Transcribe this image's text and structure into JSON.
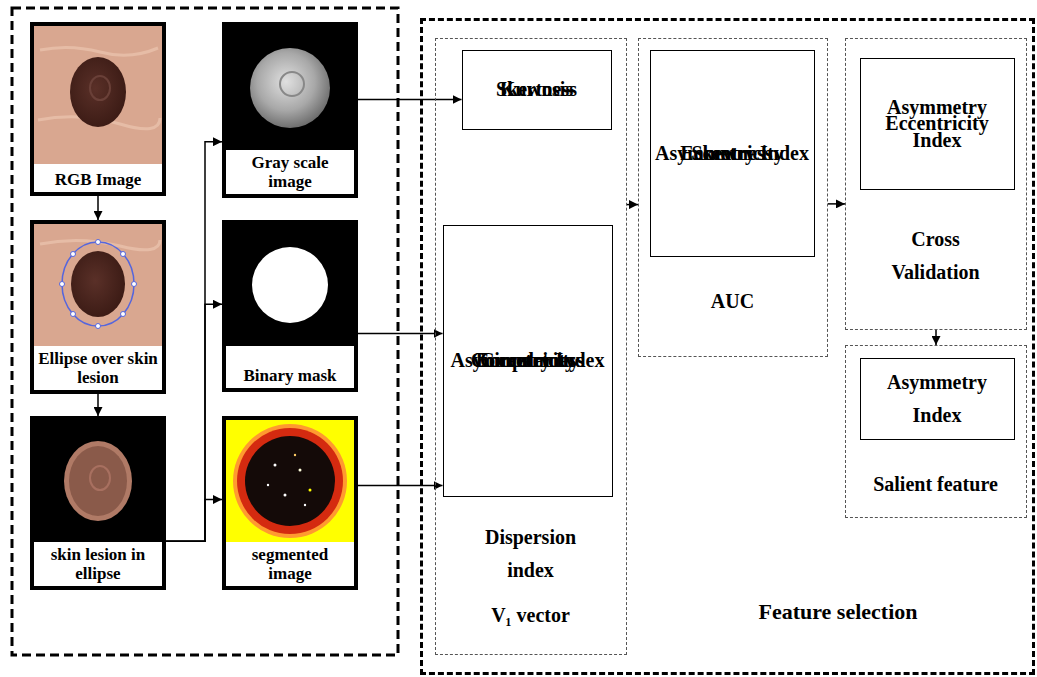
{
  "diagram": {
    "nodes": [
      {
        "text": [
          "RGB Image"
        ]
      },
      {
        "text": [
          "Gray scale image"
        ]
      },
      {
        "text": [
          "Ellipse over skin lesion"
        ]
      },
      {
        "text": [
          "Binary mask"
        ]
      },
      {
        "text": [
          "skin lesion in ellipse"
        ]
      },
      {
        "text": [
          "segmented image"
        ]
      },
      {
        "text": [
          "Feature selection"
        ]
      },
      {
        "text": [
          "Dispersion index",
          "V₁ vector"
        ],
        "in": 6
      },
      {
        "text": [
          "Skewness",
          "Kurtosis"
        ],
        "in": 7
      },
      {
        "text": [
          "Asymmetry Index",
          "Eccentricity",
          "Circularity",
          "Compactness"
        ],
        "in": 7
      },
      {
        "text": [
          "AUC"
        ],
        "in": 6
      },
      {
        "text": [
          "Skewness",
          "Eccentricity",
          "Asymmetry Index"
        ],
        "in": 10
      },
      {
        "text": [
          "Cross Validation"
        ],
        "in": 6
      },
      {
        "text": [
          "Eccentricity",
          "Asymmetry Index"
        ],
        "in": 12
      },
      {
        "text": [
          "Salient feature"
        ],
        "in": 6
      },
      {
        "text": [
          "Asymmetry Index"
        ],
        "in": 14
      }
    ],
    "edges": [
      {
        "from": 0,
        "to": 2,
        "arrow": "to"
      },
      {
        "from": 2,
        "to": 4,
        "arrow": "to"
      },
      {
        "from": 4,
        "to": 1,
        "arrow": "to"
      },
      {
        "from": 4,
        "to": 3,
        "arrow": "to"
      },
      {
        "from": 4,
        "to": 5,
        "arrow": "to"
      },
      {
        "from": 1,
        "to": 8,
        "arrow": "to"
      },
      {
        "from": 3,
        "to": 9,
        "arrow": "to"
      },
      {
        "from": 5,
        "to": 9,
        "arrow": "to"
      },
      {
        "from": 7,
        "to": 10,
        "arrow": "to"
      },
      {
        "from": 10,
        "to": 12,
        "arrow": "to"
      },
      {
        "from": 12,
        "to": 14,
        "arrow": "to"
      }
    ]
  }
}
